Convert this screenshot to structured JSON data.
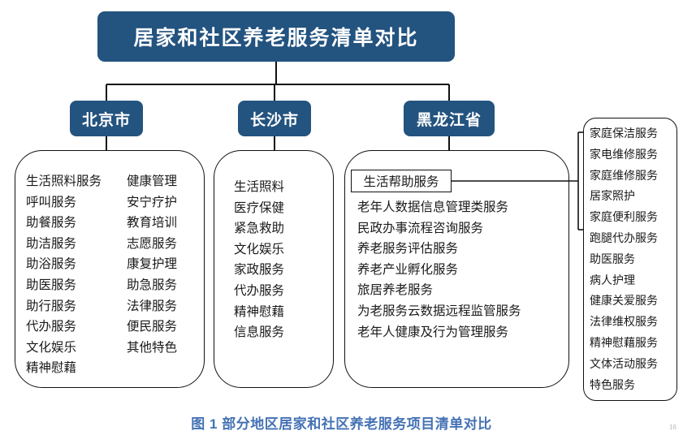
{
  "diagram": {
    "title": "居家和社区养老服务清单对比",
    "caption": "图 1  部分地区居家和社区养老服务项目清单对比",
    "page_mark": "16",
    "colors": {
      "node_fill": "#23537F",
      "node_text": "#FFFFFF",
      "panel_border": "#111111",
      "caption_text": "#4472B4",
      "background": "#FFFFFF"
    },
    "branches": [
      {
        "id": "beijing",
        "label": "北京市",
        "columns": [
          {
            "id": "beijing-col-1",
            "items": [
              "生活照料服务",
              "呼叫服务",
              "助餐服务",
              "助洁服务",
              "助浴服务",
              "助医服务",
              "助行服务",
              "代办服务",
              "文化娱乐",
              "精神慰藉"
            ]
          },
          {
            "id": "beijing-col-2",
            "items": [
              "健康管理",
              "安宁疗护",
              "教育培训",
              "志愿服务",
              "康复护理",
              "助急服务",
              "法律服务",
              "便民服务",
              "其他特色"
            ]
          }
        ]
      },
      {
        "id": "changsha",
        "label": "长沙市",
        "columns": [
          {
            "id": "changsha-col-1",
            "items": [
              "生活照料",
              "医疗保健",
              "紧急救助",
              "文化娱乐",
              "家政服务",
              "代办服务",
              "精神慰藉",
              "信息服务"
            ]
          }
        ]
      },
      {
        "id": "heilongjiang",
        "label": "黑龙江省",
        "highlight_item": "生活帮助服务",
        "columns": [
          {
            "id": "heilongjiang-col-1",
            "items": [
              "老年人数据信息管理类服务",
              "民政办事流程咨询服务",
              "养老服务评估服务",
              "养老产业孵化服务",
              "旅居养老服务",
              "为老服务云数据远程监管服务",
              "老年人健康及行为管理服务"
            ]
          }
        ]
      }
    ],
    "detail_panel": {
      "id": "detail-panel",
      "source_item": "生活帮助服务",
      "items": [
        "家庭保洁服务",
        "家电维修服务",
        "家庭维修服务",
        "居家照护",
        "家庭便利服务",
        "跑腿代办服务",
        "助医服务",
        "病人护理",
        "健康关爱服务",
        "法律维权服务",
        "精神慰藉服务",
        "文体活动服务",
        "特色服务"
      ]
    }
  }
}
